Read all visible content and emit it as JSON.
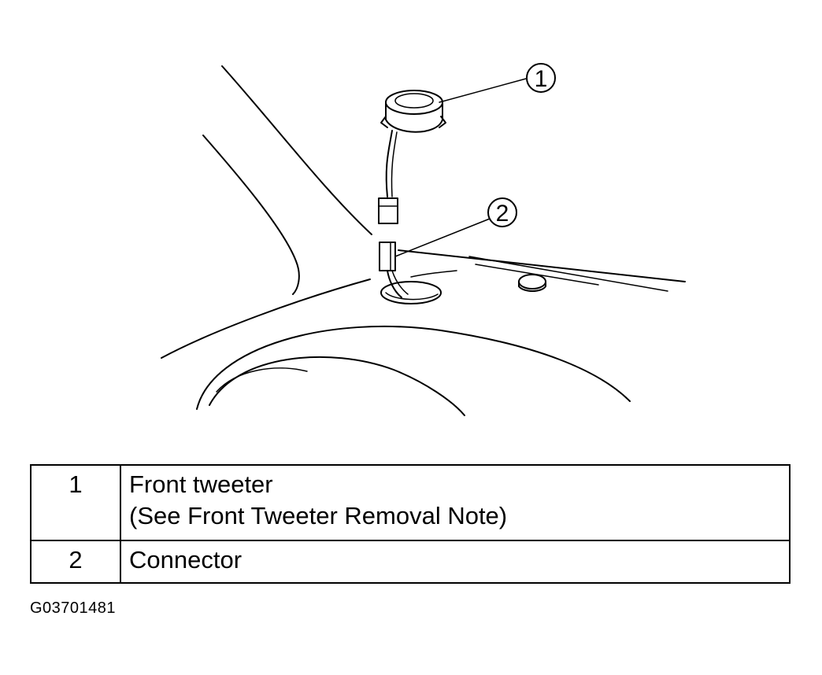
{
  "diagram": {
    "callouts": [
      {
        "number": "1"
      },
      {
        "number": "2"
      }
    ]
  },
  "legend": {
    "rows": [
      {
        "number": "1",
        "line1": "Front tweeter",
        "line2": "(See  Front Tweeter Removal Note)"
      },
      {
        "number": "2",
        "line1": "Connector",
        "line2": ""
      }
    ]
  },
  "figure_id": "G03701481"
}
